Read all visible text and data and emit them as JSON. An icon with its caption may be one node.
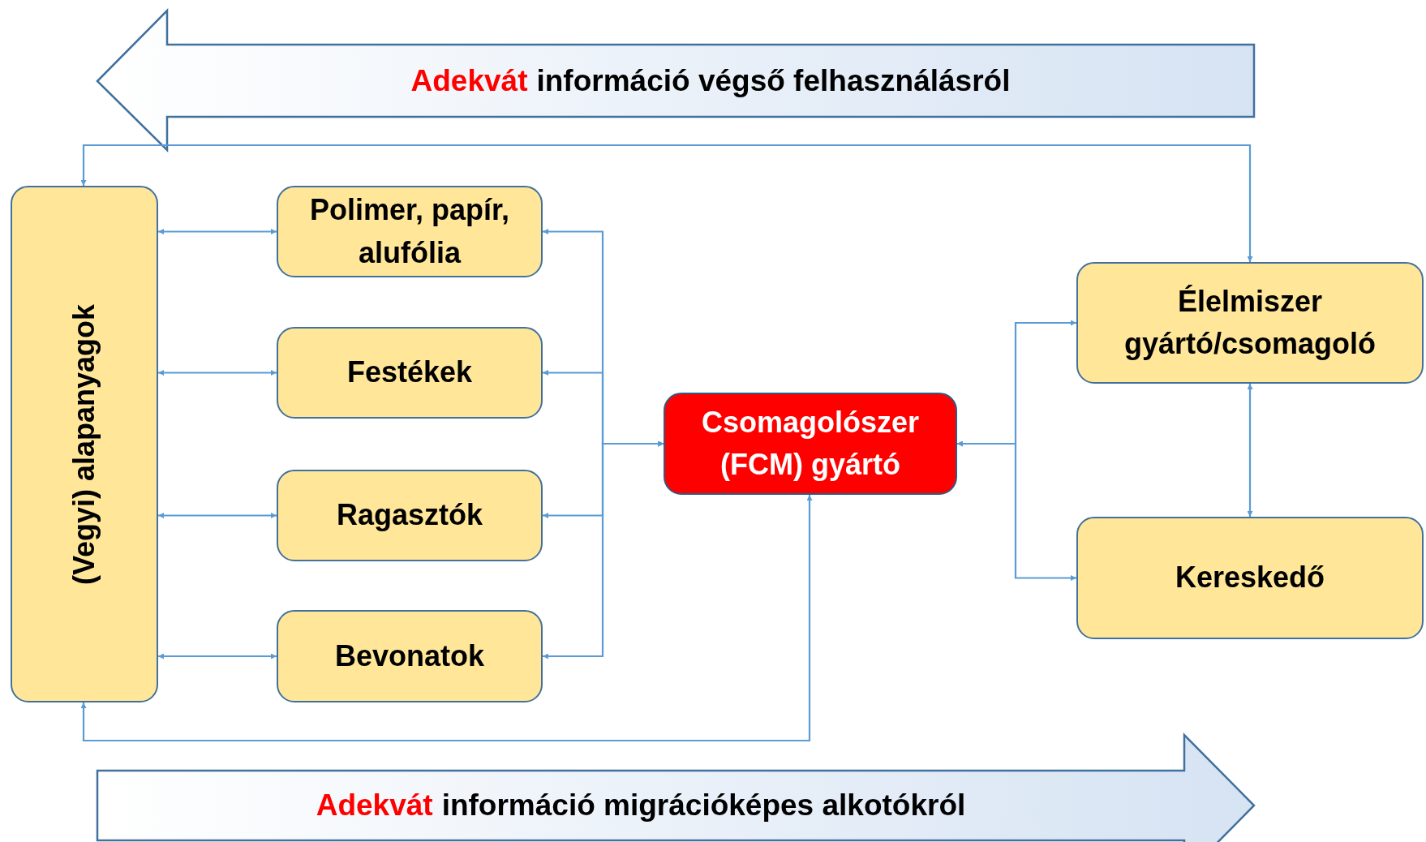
{
  "diagram": {
    "nodes": [
      {
        "text": [
          "Adekvát",
          "információ végső felhasználásról"
        ]
      },
      {
        "text": [
          "(Vegyi) alapanyagok"
        ]
      },
      {
        "text": [
          "Polimer, papír, alufólia"
        ]
      },
      {
        "text": [
          "Festékek"
        ]
      },
      {
        "text": [
          "Ragasztók"
        ]
      },
      {
        "text": [
          "Bevonatok"
        ]
      },
      {
        "text": [
          "Csomagolószer (FCM) gyártó"
        ]
      },
      {
        "text": [
          "Élelmiszer gyártó/csomagoló"
        ]
      },
      {
        "text": [
          "Kereskedő"
        ]
      },
      {
        "text": [
          "Adekvát",
          "információ migrációképes alkotókról"
        ]
      }
    ],
    "edges": [
      {
        "from": 1,
        "to": 2,
        "arrow": "both"
      },
      {
        "from": 1,
        "to": 3,
        "arrow": "both"
      },
      {
        "from": 1,
        "to": 4,
        "arrow": "both"
      },
      {
        "from": 1,
        "to": 5,
        "arrow": "both"
      },
      {
        "from": 6,
        "to": 2,
        "arrow": "both"
      },
      {
        "from": 6,
        "to": 3,
        "arrow": "both"
      },
      {
        "from": 6,
        "to": 4,
        "arrow": "both"
      },
      {
        "from": 6,
        "to": 5,
        "arrow": "both"
      },
      {
        "from": 6,
        "to": 7,
        "arrow": "both"
      },
      {
        "from": 6,
        "to": 8,
        "arrow": "both"
      },
      {
        "from": 7,
        "to": 8,
        "arrow": "both"
      },
      {
        "from": 7,
        "to": 1,
        "arrow": "both"
      },
      {
        "from": 6,
        "to": 1,
        "arrow": "both"
      }
    ]
  }
}
